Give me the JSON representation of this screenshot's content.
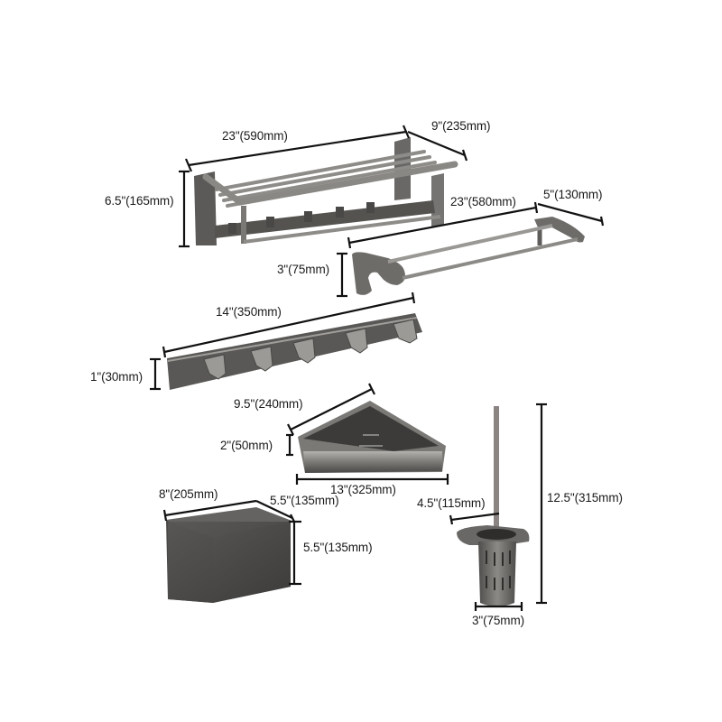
{
  "products": [
    {
      "id": "folding-towel-rack",
      "name": "Towel Rack with Hooks",
      "dimensions": {
        "length": "23\"(590mm)",
        "depth": "9\"(235mm)",
        "height": "6.5\"(165mm)"
      }
    },
    {
      "id": "double-towel-bar",
      "name": "Double Towel Bar",
      "dimensions": {
        "length": "23\"(580mm)",
        "depth": "5\"(130mm)",
        "height": "3\"(75mm)"
      }
    },
    {
      "id": "robe-hook-rail",
      "name": "Hook Rail",
      "dimensions": {
        "length": "14\"(350mm)",
        "height": "1\"(30mm)"
      }
    },
    {
      "id": "corner-shelf",
      "name": "Corner Shower Shelf",
      "dimensions": {
        "side": "9.5\"(240mm)",
        "height": "2\"(50mm)",
        "width": "13\"(325mm)"
      }
    },
    {
      "id": "tissue-box",
      "name": "Tissue Box",
      "dimensions": {
        "length": "8\"(205mm)",
        "depth": "5.5\"(135mm)",
        "height": "5.5\"(135mm)"
      }
    },
    {
      "id": "toilet-brush",
      "name": "Toilet Brush Holder",
      "dimensions": {
        "depth": "4.5\"(115mm)",
        "height": "12.5\"(315mm)",
        "diameter": "3\"(75mm)"
      }
    }
  ],
  "colors": {
    "metal": "#6f6d6a",
    "metal_light": "#a9a7a3",
    "metal_dark": "#3d3c3a",
    "dim_line": "#111111",
    "background": "#ffffff"
  }
}
